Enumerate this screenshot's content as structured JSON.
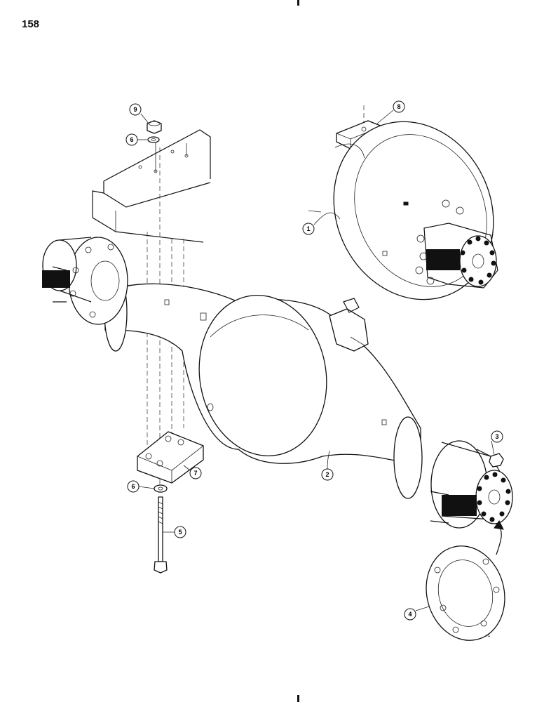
{
  "page": {
    "number": "158",
    "drawing_id": "760341"
  },
  "callouts": [
    {
      "id": "callout-1",
      "label": "1"
    },
    {
      "id": "callout-2",
      "label": "2"
    },
    {
      "id": "callout-3",
      "label": "3"
    },
    {
      "id": "callout-4",
      "label": "4"
    },
    {
      "id": "callout-5",
      "label": "5"
    },
    {
      "id": "callout-6a",
      "label": "6"
    },
    {
      "id": "callout-6b",
      "label": "6"
    },
    {
      "id": "callout-7",
      "label": "7"
    },
    {
      "id": "callout-8",
      "label": "8"
    },
    {
      "id": "callout-9",
      "label": "9"
    }
  ]
}
